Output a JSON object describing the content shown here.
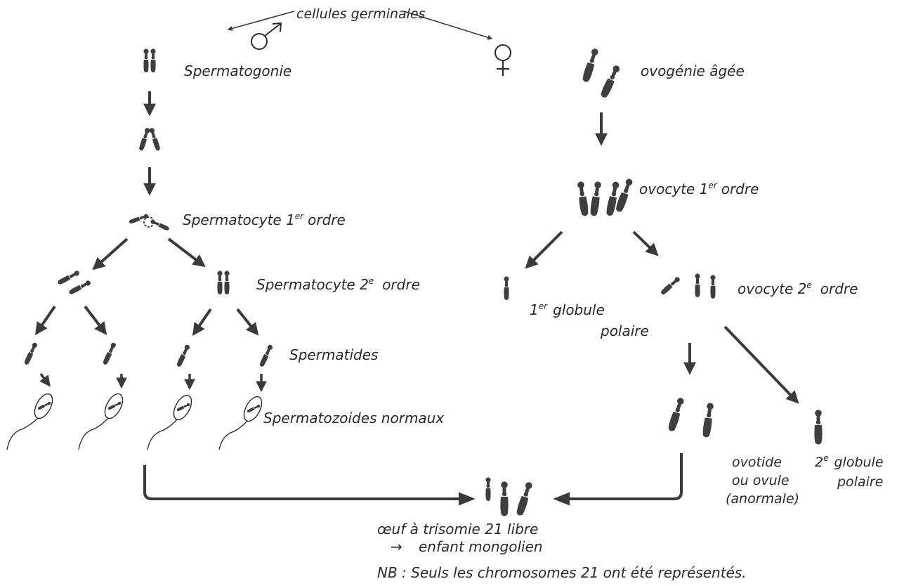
{
  "header": {
    "label": "cellules germinales",
    "male_symbol": "♂",
    "female_symbol": "♀"
  },
  "male_line": {
    "spermatogonie": "Spermatogonie",
    "spermatocyte_1_main": "Spermatocyte 1",
    "spermatocyte_1_sup": "er",
    "spermatocyte_1_tail": "ordre",
    "spermatocyte_2_main": "Spermatocyte 2",
    "spermatocyte_2_sup": "e",
    "spermatocyte_2_tail": "ordre",
    "spermatides": "Spermatides",
    "spermatozoides": "Spermatozoides normaux"
  },
  "female_line": {
    "ovogenie": "ovogénie âgée",
    "ovocyte_1_main": "ovocyte 1",
    "ovocyte_1_sup": "er",
    "ovocyte_1_tail": "ordre",
    "ovocyte_2_main": "ovocyte 2",
    "ovocyte_2_sup": "e",
    "ovocyte_2_tail": "ordre",
    "globule_1_prefix": "1",
    "globule_1_sup": "er",
    "globule_1_word": "globule",
    "globule_1_line2": "polaire",
    "ovotide_line1": "ovotide",
    "ovotide_line2": "ou ovule",
    "ovotide_line3": "(anormale)",
    "globule_2_prefix": "2",
    "globule_2_sup": "e",
    "globule_2_word": "globule",
    "globule_2_line2": "polaire"
  },
  "result": {
    "line1": "œuf à trisomie 21 libre",
    "arrow": "→",
    "line2": "enfant mongolien"
  },
  "note": "NB : Seuls les chromosomes 21 ont été représentés.",
  "colors": {
    "ink": "#2a2a2a",
    "chromosome": "#3e3e3e",
    "background": "#ffffff"
  }
}
